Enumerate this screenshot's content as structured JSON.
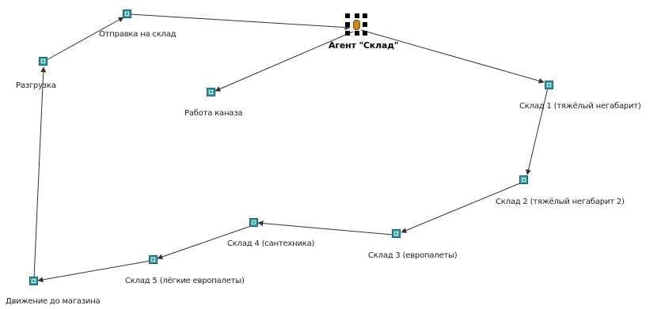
{
  "agent": {
    "label": "Агент \"Склад\"",
    "icon": "agent-icon"
  },
  "nodes": [
    {
      "id": "otpravka",
      "label": "Отправка на склад"
    },
    {
      "id": "razgruzka",
      "label": "Разгрузка"
    },
    {
      "id": "kanaza",
      "label": "Работа каназа"
    },
    {
      "id": "sklad1",
      "label": "Склад 1 (тяжёлый негабарит)"
    },
    {
      "id": "sklad2",
      "label": "Склад 2 (тяжёлый негабарит 2)"
    },
    {
      "id": "sklad3",
      "label": "Склад 3 (европалеты)"
    },
    {
      "id": "sklad4",
      "label": "Склад 4 (сантехника)"
    },
    {
      "id": "sklad5",
      "label": "Склад 5 (лёгкие европалеты)"
    },
    {
      "id": "dvizhenie",
      "label": "Движение до магазина"
    }
  ],
  "colors": {
    "node_fill": "#2fa7a3",
    "node_border": "#1d4f78",
    "edge": "#333333"
  }
}
